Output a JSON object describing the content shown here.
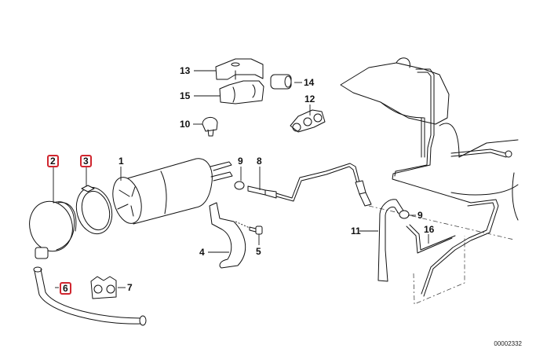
{
  "diagram": {
    "title_code": "00002332",
    "highlight_color": "#d0262f",
    "callouts": {
      "c1": "1",
      "c2": "2",
      "c3": "3",
      "c4": "4",
      "c5": "5",
      "c6": "6",
      "c7": "7",
      "c8": "8",
      "c9a": "9",
      "c9b": "9",
      "c10": "10",
      "c11": "11",
      "c12": "12",
      "c13": "13",
      "c14": "14",
      "c15": "15",
      "c16": "16"
    },
    "highlighted_callouts": [
      "2",
      "3",
      "6"
    ]
  }
}
